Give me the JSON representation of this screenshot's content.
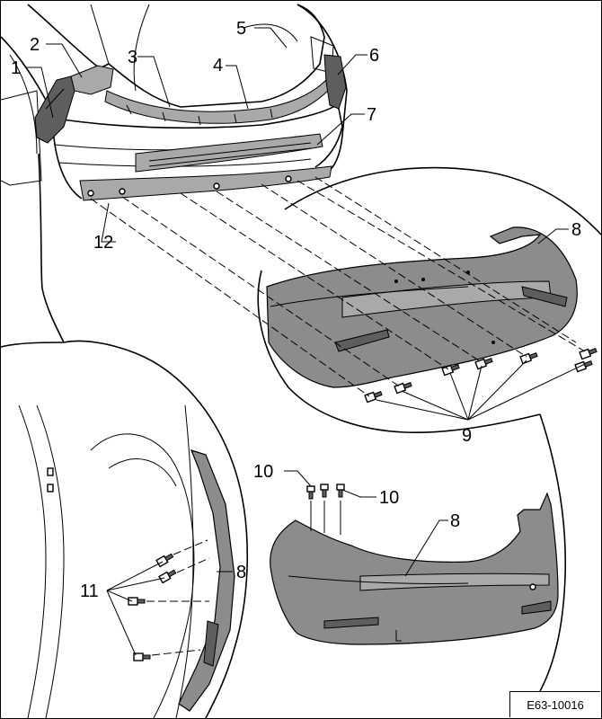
{
  "figure_id": "E63-10016",
  "callouts": {
    "c1": "1",
    "c2": "2",
    "c3": "3",
    "c4": "4",
    "c5": "5",
    "c6": "6",
    "c7": "7",
    "c8a": "8",
    "c8b": "8",
    "c8c": "8",
    "c9": "9",
    "c10a": "10",
    "c10b": "10",
    "c11": "11",
    "c12": "12"
  }
}
